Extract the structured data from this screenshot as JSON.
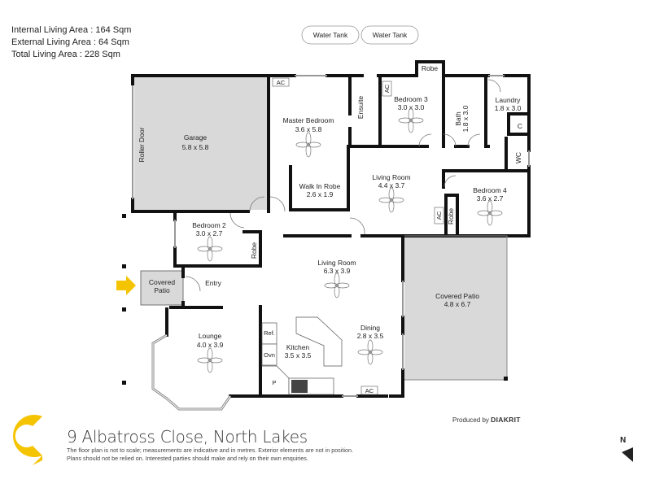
{
  "areas": {
    "internal": "Internal Living Area : 164 Sqm",
    "external": "External Living Area : 64 Sqm",
    "total": "Total Living Area : 228 Sqm"
  },
  "tanks": [
    "Water Tank",
    "Water Tank"
  ],
  "rooms": {
    "garage": {
      "name": "Garage",
      "size": "5.8 x 5.8"
    },
    "roller_door": "Roller Door",
    "master": {
      "name": "Master Bedroom",
      "size": "3.6 x 5.8"
    },
    "ensuite": "Ensuite",
    "walk_in_robe": {
      "name": "Walk In Robe",
      "size": "2.6 x 1.9"
    },
    "bedroom3": {
      "name": "Bedroom 3",
      "size": "3.0 x 3.0"
    },
    "robe_top": "Robe",
    "bath": {
      "name": "Bath",
      "size": "1.8 x 3.0"
    },
    "laundry": {
      "name": "Laundry",
      "size": "1.8 x 3.0"
    },
    "c": "C",
    "wc": "WC",
    "living_upper": {
      "name": "Living Room",
      "size": "4.4 x 3.7"
    },
    "bedroom4": {
      "name": "Bedroom 4",
      "size": "3.6 x 2.7"
    },
    "robe_b4": "Robe",
    "bedroom2": {
      "name": "Bedroom 2",
      "size": "3.0 x 2.7"
    },
    "robe_b2": "Robe",
    "covered_patio_small": {
      "line1": "Covered",
      "line2": "Patio"
    },
    "entry": "Entry",
    "living_main": {
      "name": "Living Room",
      "size": "6.3 x 3.9"
    },
    "covered_patio": {
      "name": "Covered Patio",
      "size": "4.8 x 6.7"
    },
    "lounge": {
      "name": "Lounge",
      "size": "4.0 x 3.9"
    },
    "kitchen": {
      "name": "Kitchen",
      "size": "3.5 x 3.5"
    },
    "dining": {
      "name": "Dining",
      "size": "2.8 x 3.5"
    },
    "ref": "Ref.",
    "ovn": "Ovn",
    "pantry": "P",
    "ac": "AC"
  },
  "footer": {
    "title": "9 Albatross Close, North Lakes",
    "disclaimer1": "The floor plan is not to scale; measurements are indicative and in metres. Exterior elements are not in position.",
    "disclaimer2": "Plans should not be relied on. Interested parties should make and rely on their own enquiries.",
    "produced_by": "Produced by",
    "brand": "DIAKRIT",
    "north": "N"
  },
  "colors": {
    "wall": "#111111",
    "fill_grey": "#d9d9d9",
    "logo_yellow": "#f5c400",
    "arrow_yellow": "#f5c400"
  }
}
